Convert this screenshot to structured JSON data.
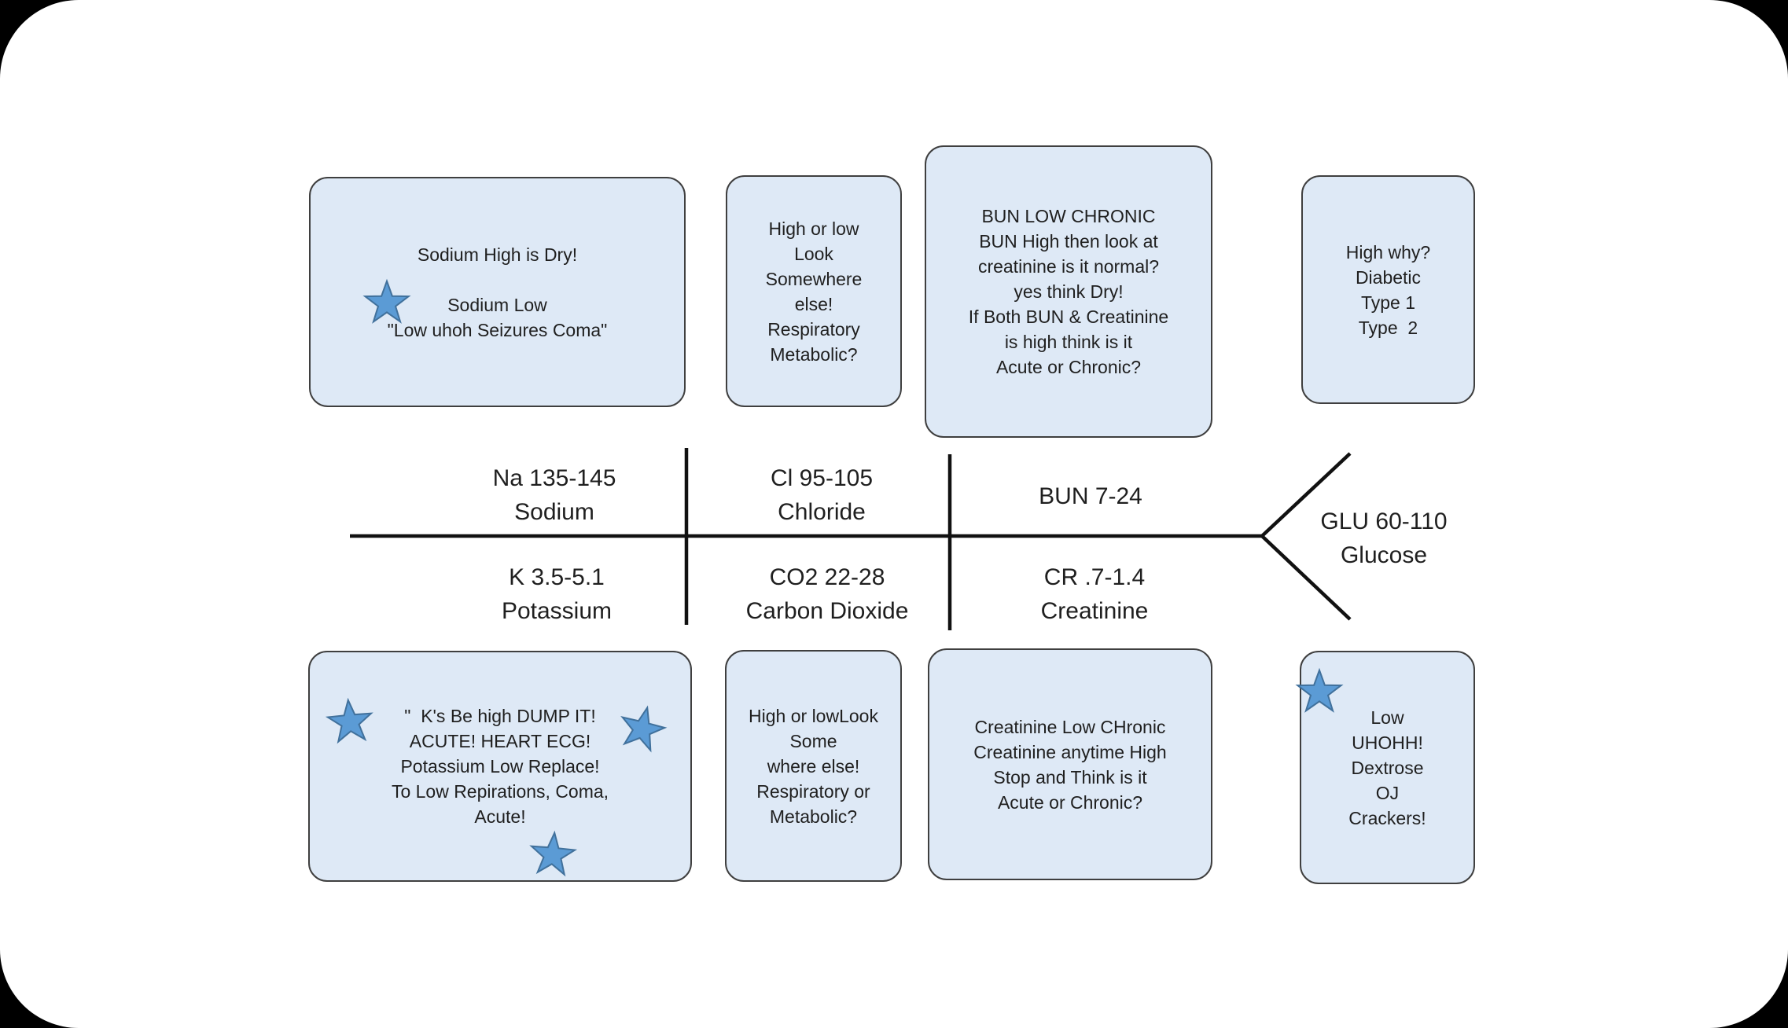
{
  "colors": {
    "page_bg": "#000000",
    "panel_bg": "#ffffff",
    "box_fill": "#dee9f6",
    "box_border": "#3f3f3f",
    "line_color": "#111111",
    "star_fill": "#5b9bd5",
    "star_stroke": "#41719c",
    "text_color": "#1f1f1f"
  },
  "fishbone": {
    "sections": [
      {
        "id": "sodium",
        "lines": [
          "Na 135-145",
          "Sodium"
        ]
      },
      {
        "id": "potassium",
        "lines": [
          "K 3.5-5.1",
          "Potassium"
        ]
      },
      {
        "id": "chloride",
        "lines": [
          "Cl 95-105",
          "Chloride"
        ]
      },
      {
        "id": "co2",
        "lines": [
          "CO2 22-28",
          "Carbon Dioxide"
        ]
      },
      {
        "id": "bun",
        "lines": [
          "BUN 7-24"
        ]
      },
      {
        "id": "creatinine",
        "lines": [
          "CR .7-1.4",
          "Creatinine"
        ]
      },
      {
        "id": "glucose",
        "lines": [
          "GLU 60-110",
          "Glucose"
        ]
      }
    ]
  },
  "notes": {
    "sodium_note": {
      "lines": [
        "Sodium High is Dry!",
        "",
        "Sodium Low",
        "\"Low uhoh Seizures Coma\""
      ]
    },
    "chloride_note": {
      "lines": [
        "High or low",
        "Look",
        "Somewhere",
        "else!",
        "Respiratory",
        "Metabolic?"
      ]
    },
    "bun_note": {
      "lines": [
        "BUN LOW CHRONIC",
        "BUN High then look at",
        "creatinine is it normal?",
        "yes think Dry!",
        "If Both BUN & Creatinine",
        "is high think is it",
        "Acute or Chronic?"
      ]
    },
    "glucose_high_note": {
      "lines": [
        "High why?",
        "Diabetic",
        "Type 1",
        "Type  2"
      ]
    },
    "potassium_note": {
      "lines": [
        "\"  K's Be high DUMP IT!",
        "ACUTE! HEART ECG!",
        "Potassium Low Replace!",
        "To Low Repirations, Coma,",
        "Acute!"
      ]
    },
    "co2_note": {
      "lines": [
        "High or lowLook",
        "Some",
        "where else!",
        "Respiratory or",
        "Metabolic?"
      ]
    },
    "creatinine_note": {
      "lines": [
        "Creatinine Low CHronic",
        "Creatinine anytime High",
        "Stop and Think is it",
        "Acute or Chronic?"
      ]
    },
    "glucose_low_note": {
      "lines": [
        "Low",
        "UHOHH!",
        "Dextrose",
        "OJ",
        "Crackers!"
      ]
    }
  }
}
